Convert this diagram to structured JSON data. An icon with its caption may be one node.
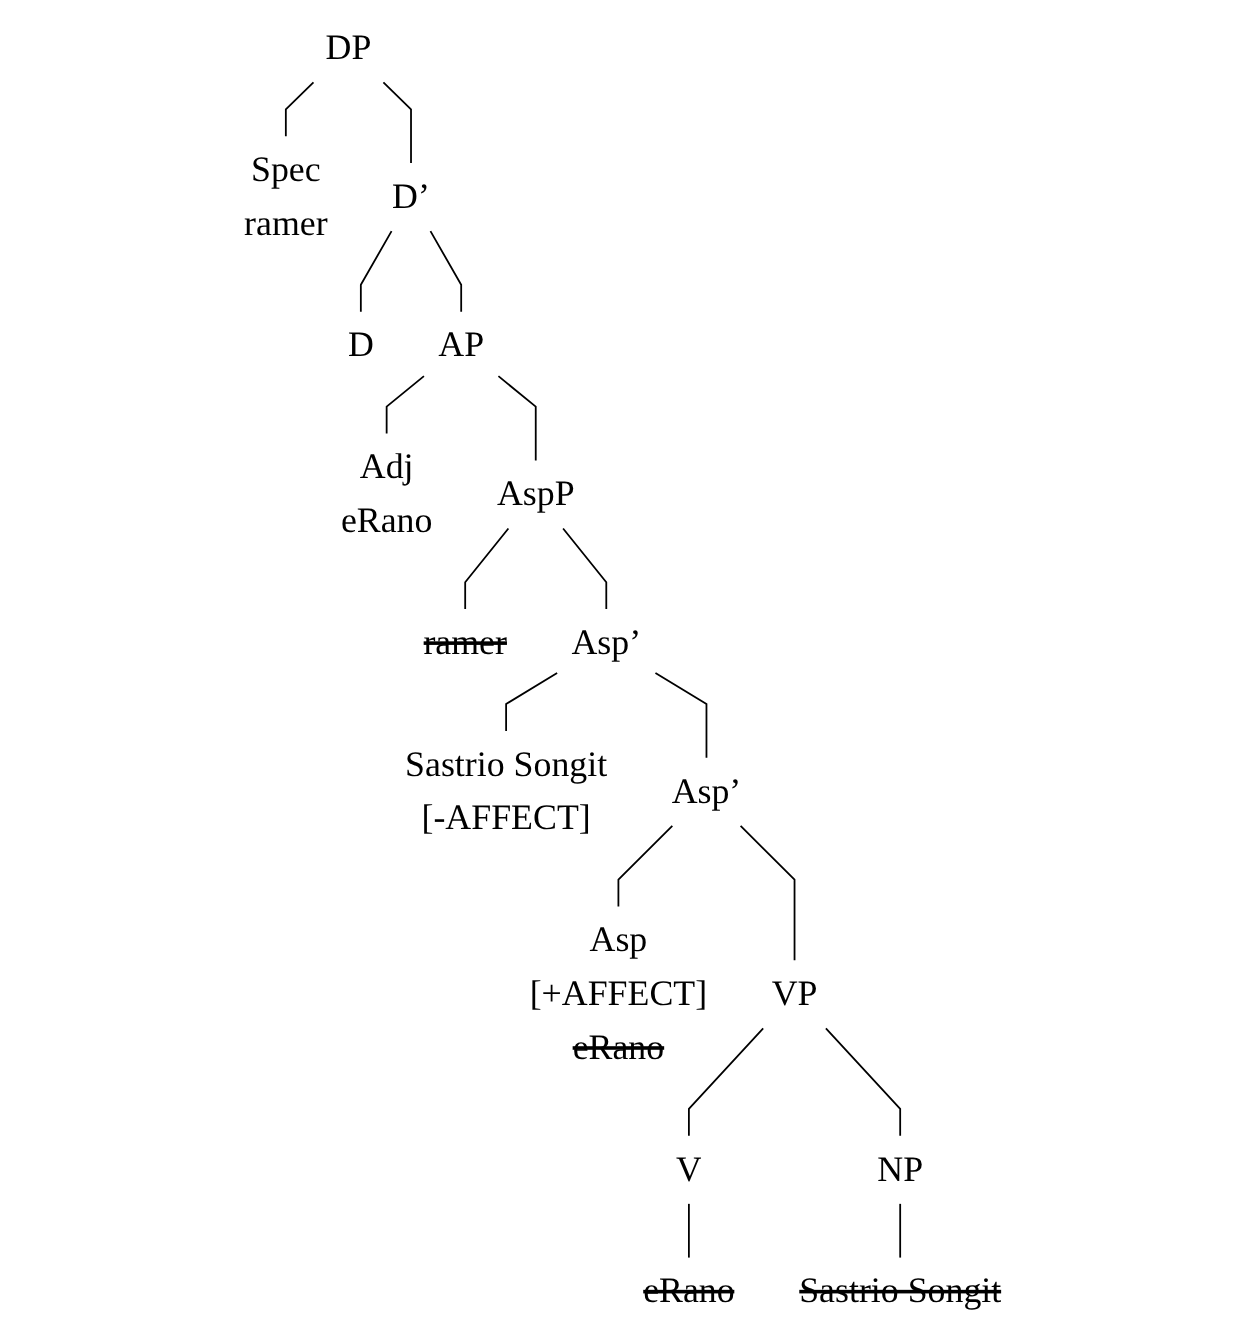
{
  "diagram": {
    "nodes": [
      {
        "text": [
          "DP"
        ]
      },
      {
        "text": [
          "Spec",
          "ramer"
        ]
      },
      {
        "text": [
          "D’"
        ]
      },
      {
        "text": [
          "D"
        ]
      },
      {
        "text": [
          "AP"
        ]
      },
      {
        "text": [
          "Adj",
          "eRano"
        ]
      },
      {
        "text": [
          "AspP"
        ]
      },
      {
        "text": [
          "ramer"
        ]
      },
      {
        "text": [
          "Asp’"
        ]
      },
      {
        "text": [
          "Sastrio Songit",
          "[-AFFECT]"
        ]
      },
      {
        "text": [
          "Asp’"
        ]
      },
      {
        "text": [
          "Asp",
          "[+AFFECT]",
          "eRano"
        ]
      },
      {
        "text": [
          "VP"
        ]
      },
      {
        "text": [
          "V"
        ]
      },
      {
        "text": [
          "NP"
        ]
      },
      {
        "text": [
          "eRano"
        ]
      },
      {
        "text": [
          "Sastrio Songit"
        ]
      }
    ],
    "edges": [
      {
        "from": 0,
        "to": 1,
        "arrow": "none"
      },
      {
        "from": 0,
        "to": 2,
        "arrow": "none"
      },
      {
        "from": 2,
        "to": 3,
        "arrow": "none"
      },
      {
        "from": 2,
        "to": 4,
        "arrow": "none"
      },
      {
        "from": 4,
        "to": 5,
        "arrow": "none"
      },
      {
        "from": 4,
        "to": 6,
        "arrow": "none"
      },
      {
        "from": 6,
        "to": 7,
        "arrow": "none"
      },
      {
        "from": 6,
        "to": 8,
        "arrow": "none"
      },
      {
        "from": 8,
        "to": 9,
        "arrow": "none"
      },
      {
        "from": 8,
        "to": 10,
        "arrow": "none"
      },
      {
        "from": 10,
        "to": 11,
        "arrow": "none"
      },
      {
        "from": 10,
        "to": 12,
        "arrow": "none"
      },
      {
        "from": 12,
        "to": 13,
        "arrow": "none"
      },
      {
        "from": 12,
        "to": 14,
        "arrow": "none"
      },
      {
        "from": 13,
        "to": 15,
        "arrow": "none"
      },
      {
        "from": 14,
        "to": 16,
        "arrow": "none"
      }
    ]
  }
}
